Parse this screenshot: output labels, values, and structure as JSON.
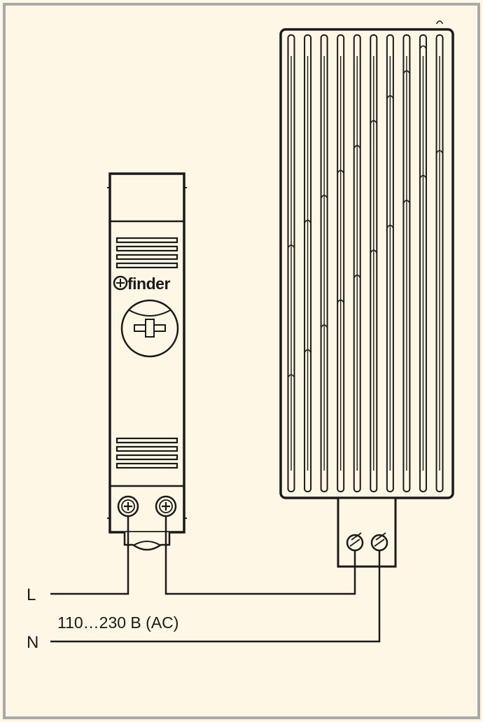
{
  "diagram": {
    "brand": "finder",
    "line_label": "L",
    "neutral_label": "N",
    "voltage_label": "110…230 B (AC)"
  },
  "colors": {
    "background": "#fef7e6",
    "frame": "#a9a9a9",
    "ink": "#1a1a1a"
  }
}
